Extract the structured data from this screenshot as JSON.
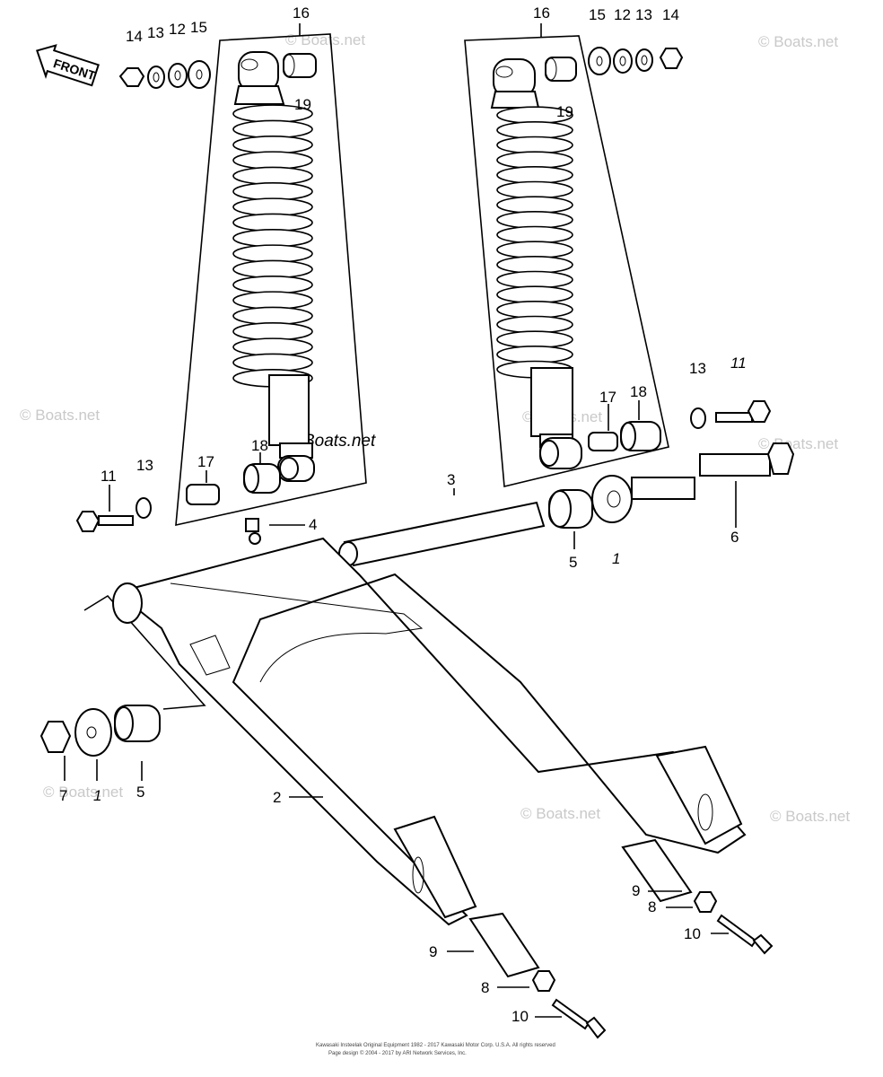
{
  "front_label": "FRONT",
  "watermark": "© Boats.net",
  "watermark_center": "Boats.net",
  "copyright_line1": "Kawasaki Insteelak Original Equipment 1982 - 2017  Kawasaki Motor Corp. U.S.A.  All rights reserved",
  "copyright_line2": "Page design © 2004 - 2017 by ARI Network Services, Inc.",
  "callouts": {
    "top_left": [
      "14",
      "13",
      "12",
      "15"
    ],
    "top_right": [
      "15",
      "12",
      "13",
      "14"
    ],
    "shock_left": "16",
    "shock_right": "16",
    "collar_left": "19",
    "collar_right": "19",
    "left_17": "17",
    "left_18": "18",
    "right_17": "17",
    "right_18": "18",
    "bolt_left_11": "11",
    "bolt_left_13": "13",
    "bolt_right_13": "13",
    "bolt_right_11": "11",
    "grease_4": "4",
    "tube_3": "3",
    "bush_5_right": "5",
    "seal_1_right": "1",
    "shaft_6": "6",
    "nut_7": "7",
    "seal_1_left": "1",
    "bush_5_left": "5",
    "arm_2": "2",
    "adj_9_right": "9",
    "nut_8_right": "8",
    "bolt_10_right": "10",
    "adj_9_left": "9",
    "nut_8_left": "8",
    "bolt_10_left": "10"
  }
}
